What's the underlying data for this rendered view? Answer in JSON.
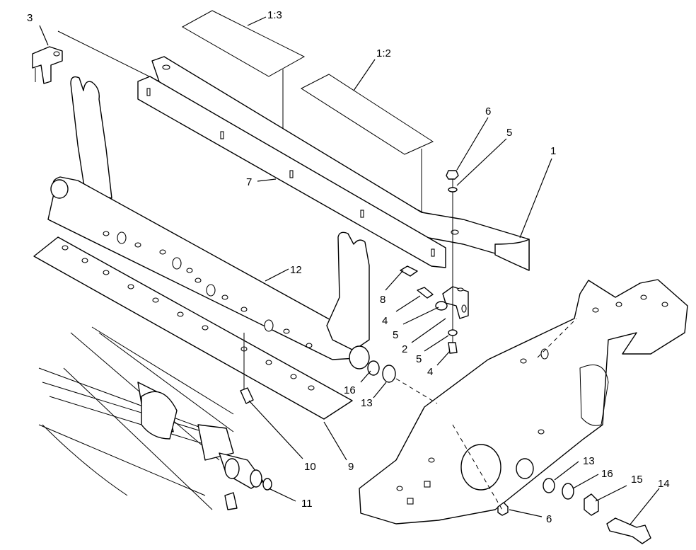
{
  "diagram": {
    "callouts": [
      {
        "id": "c-3",
        "text": "3"
      },
      {
        "id": "c-1-3",
        "text": "1:3"
      },
      {
        "id": "c-1-2",
        "text": "1:2"
      },
      {
        "id": "c-6-top",
        "text": "6"
      },
      {
        "id": "c-5-top",
        "text": "5"
      },
      {
        "id": "c-1",
        "text": "1"
      },
      {
        "id": "c-7",
        "text": "7"
      },
      {
        "id": "c-12",
        "text": "12"
      },
      {
        "id": "c-8",
        "text": "8"
      },
      {
        "id": "c-4-upper",
        "text": "4"
      },
      {
        "id": "c-5-mid",
        "text": "5"
      },
      {
        "id": "c-2",
        "text": "2"
      },
      {
        "id": "c-5-low",
        "text": "5"
      },
      {
        "id": "c-4-lower",
        "text": "4"
      },
      {
        "id": "c-16-left",
        "text": "16"
      },
      {
        "id": "c-13-left",
        "text": "13"
      },
      {
        "id": "c-10",
        "text": "10"
      },
      {
        "id": "c-9",
        "text": "9"
      },
      {
        "id": "c-11",
        "text": "11"
      },
      {
        "id": "c-13-right",
        "text": "13"
      },
      {
        "id": "c-16-right",
        "text": "16"
      },
      {
        "id": "c-15",
        "text": "15"
      },
      {
        "id": "c-14",
        "text": "14"
      },
      {
        "id": "c-6-bottom",
        "text": "6"
      }
    ]
  }
}
